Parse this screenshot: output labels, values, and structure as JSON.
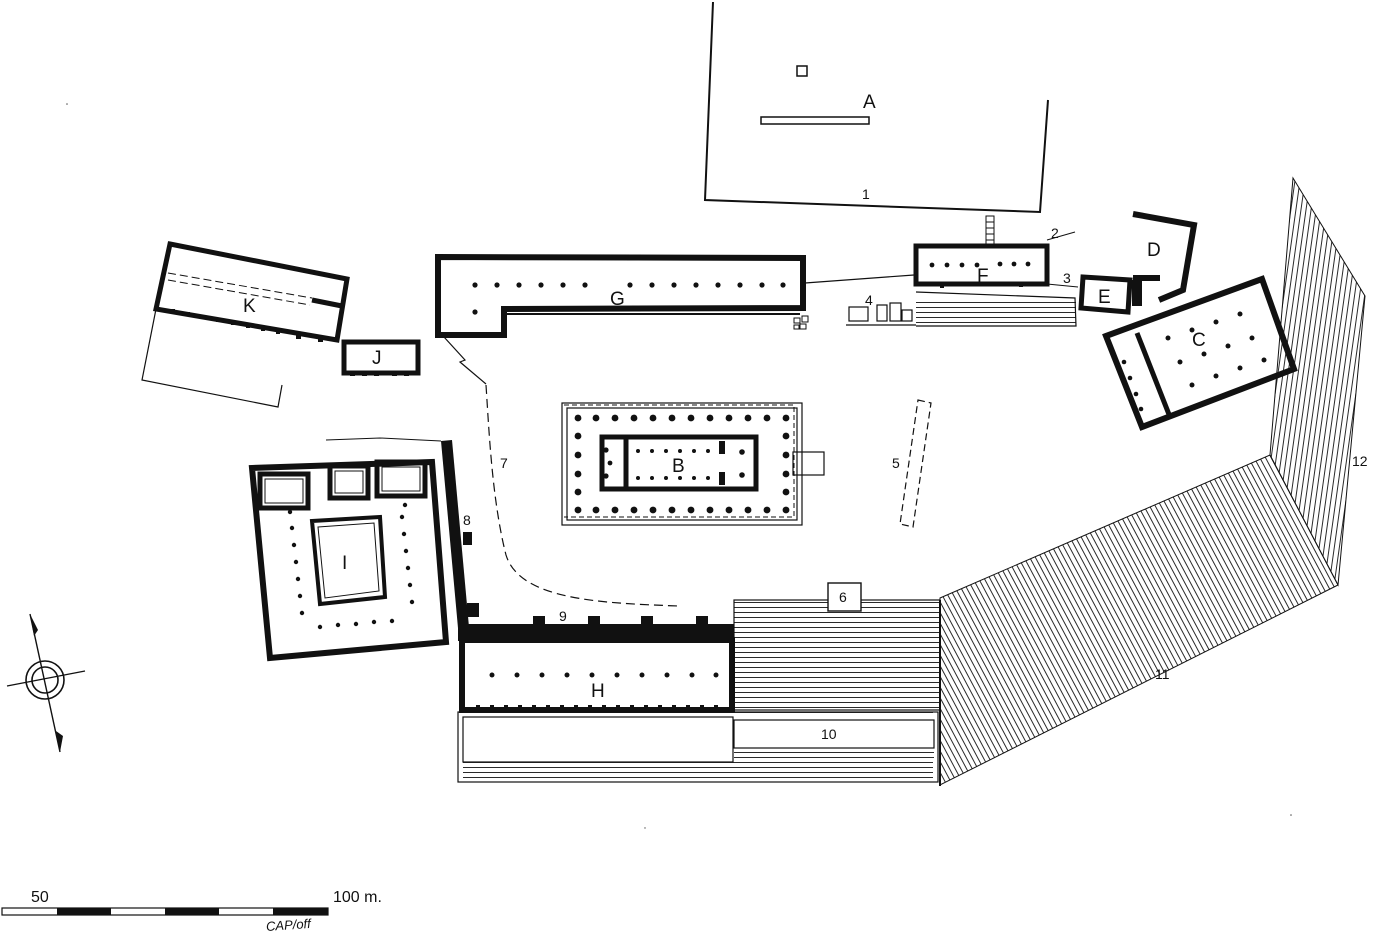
{
  "map": {
    "building_labels": {
      "A": "A",
      "B": "B",
      "C": "C",
      "D": "D",
      "E": "E",
      "F": "F",
      "G": "G",
      "H": "H",
      "I": "I",
      "J": "J",
      "K": "K"
    },
    "feature_numbers": {
      "n1": "1",
      "n2": "2",
      "n3": "3",
      "n4": "4",
      "n5": "5",
      "n6": "6",
      "n7": "7",
      "n8": "8",
      "n9": "9",
      "n10": "10",
      "n11": "11",
      "n12": "12"
    },
    "scale_bar": {
      "left_label": "50",
      "right_label": "100 m.",
      "segments": 6
    },
    "signature": "CAP/off",
    "north_arrow": "north-arrow-icon",
    "colors": {
      "ink": "#111111",
      "paper": "#ffffff"
    }
  }
}
